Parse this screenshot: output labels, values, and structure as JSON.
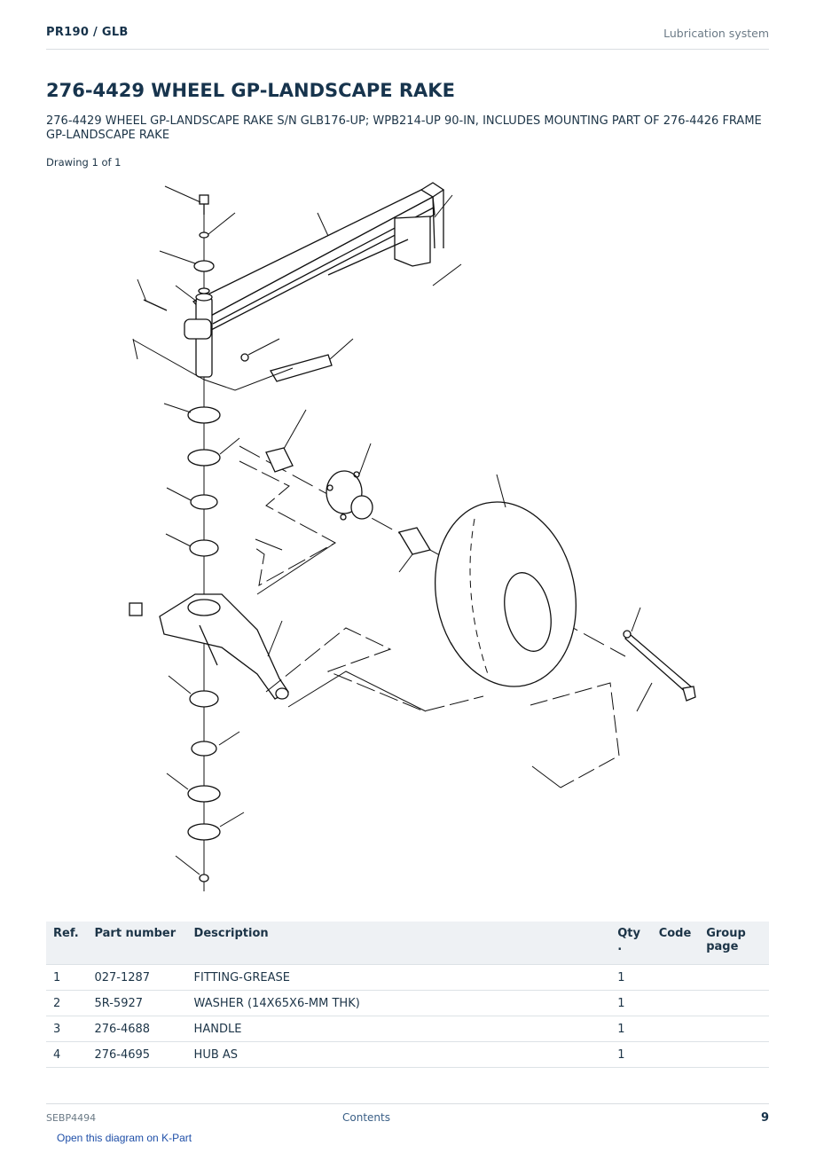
{
  "header": {
    "breadcrumb": "PR190  /  GLB",
    "section": "Lubrication system"
  },
  "title": "276-4429 WHEEL GP-LANDSCAPE RAKE",
  "description": "276-4429 WHEEL GP-LANDSCAPE RAKE S/N GLB176-UP; WPB214-UP 90-IN, INCLUDES MOUNTING PART OF 276-4426 FRAME GP-LANDSCAPE RAKE",
  "drawing_label": "Drawing 1 of 1",
  "table": {
    "headers": {
      "ref": "Ref.",
      "part_number": "Part number",
      "description": "Description",
      "qty": "Qty\n.",
      "code": "Code",
      "group_page": "Group page"
    },
    "rows": [
      {
        "ref": "1",
        "part_number": "027-1287",
        "description": "FITTING-GREASE",
        "qty": "1",
        "code": "",
        "group_page": ""
      },
      {
        "ref": "2",
        "part_number": "5R-5927",
        "description": "WASHER (14X65X6-MM THK)",
        "qty": "1",
        "code": "",
        "group_page": ""
      },
      {
        "ref": "3",
        "part_number": "276-4688",
        "description": "HANDLE",
        "qty": "1",
        "code": "",
        "group_page": ""
      },
      {
        "ref": "4",
        "part_number": "276-4695",
        "description": "HUB AS",
        "qty": "1",
        "code": "",
        "group_page": ""
      }
    ]
  },
  "footer": {
    "doc_id": "SEBP4494",
    "contents": "Contents",
    "page": "9"
  },
  "kpart_link": "Open this diagram on K-Part"
}
